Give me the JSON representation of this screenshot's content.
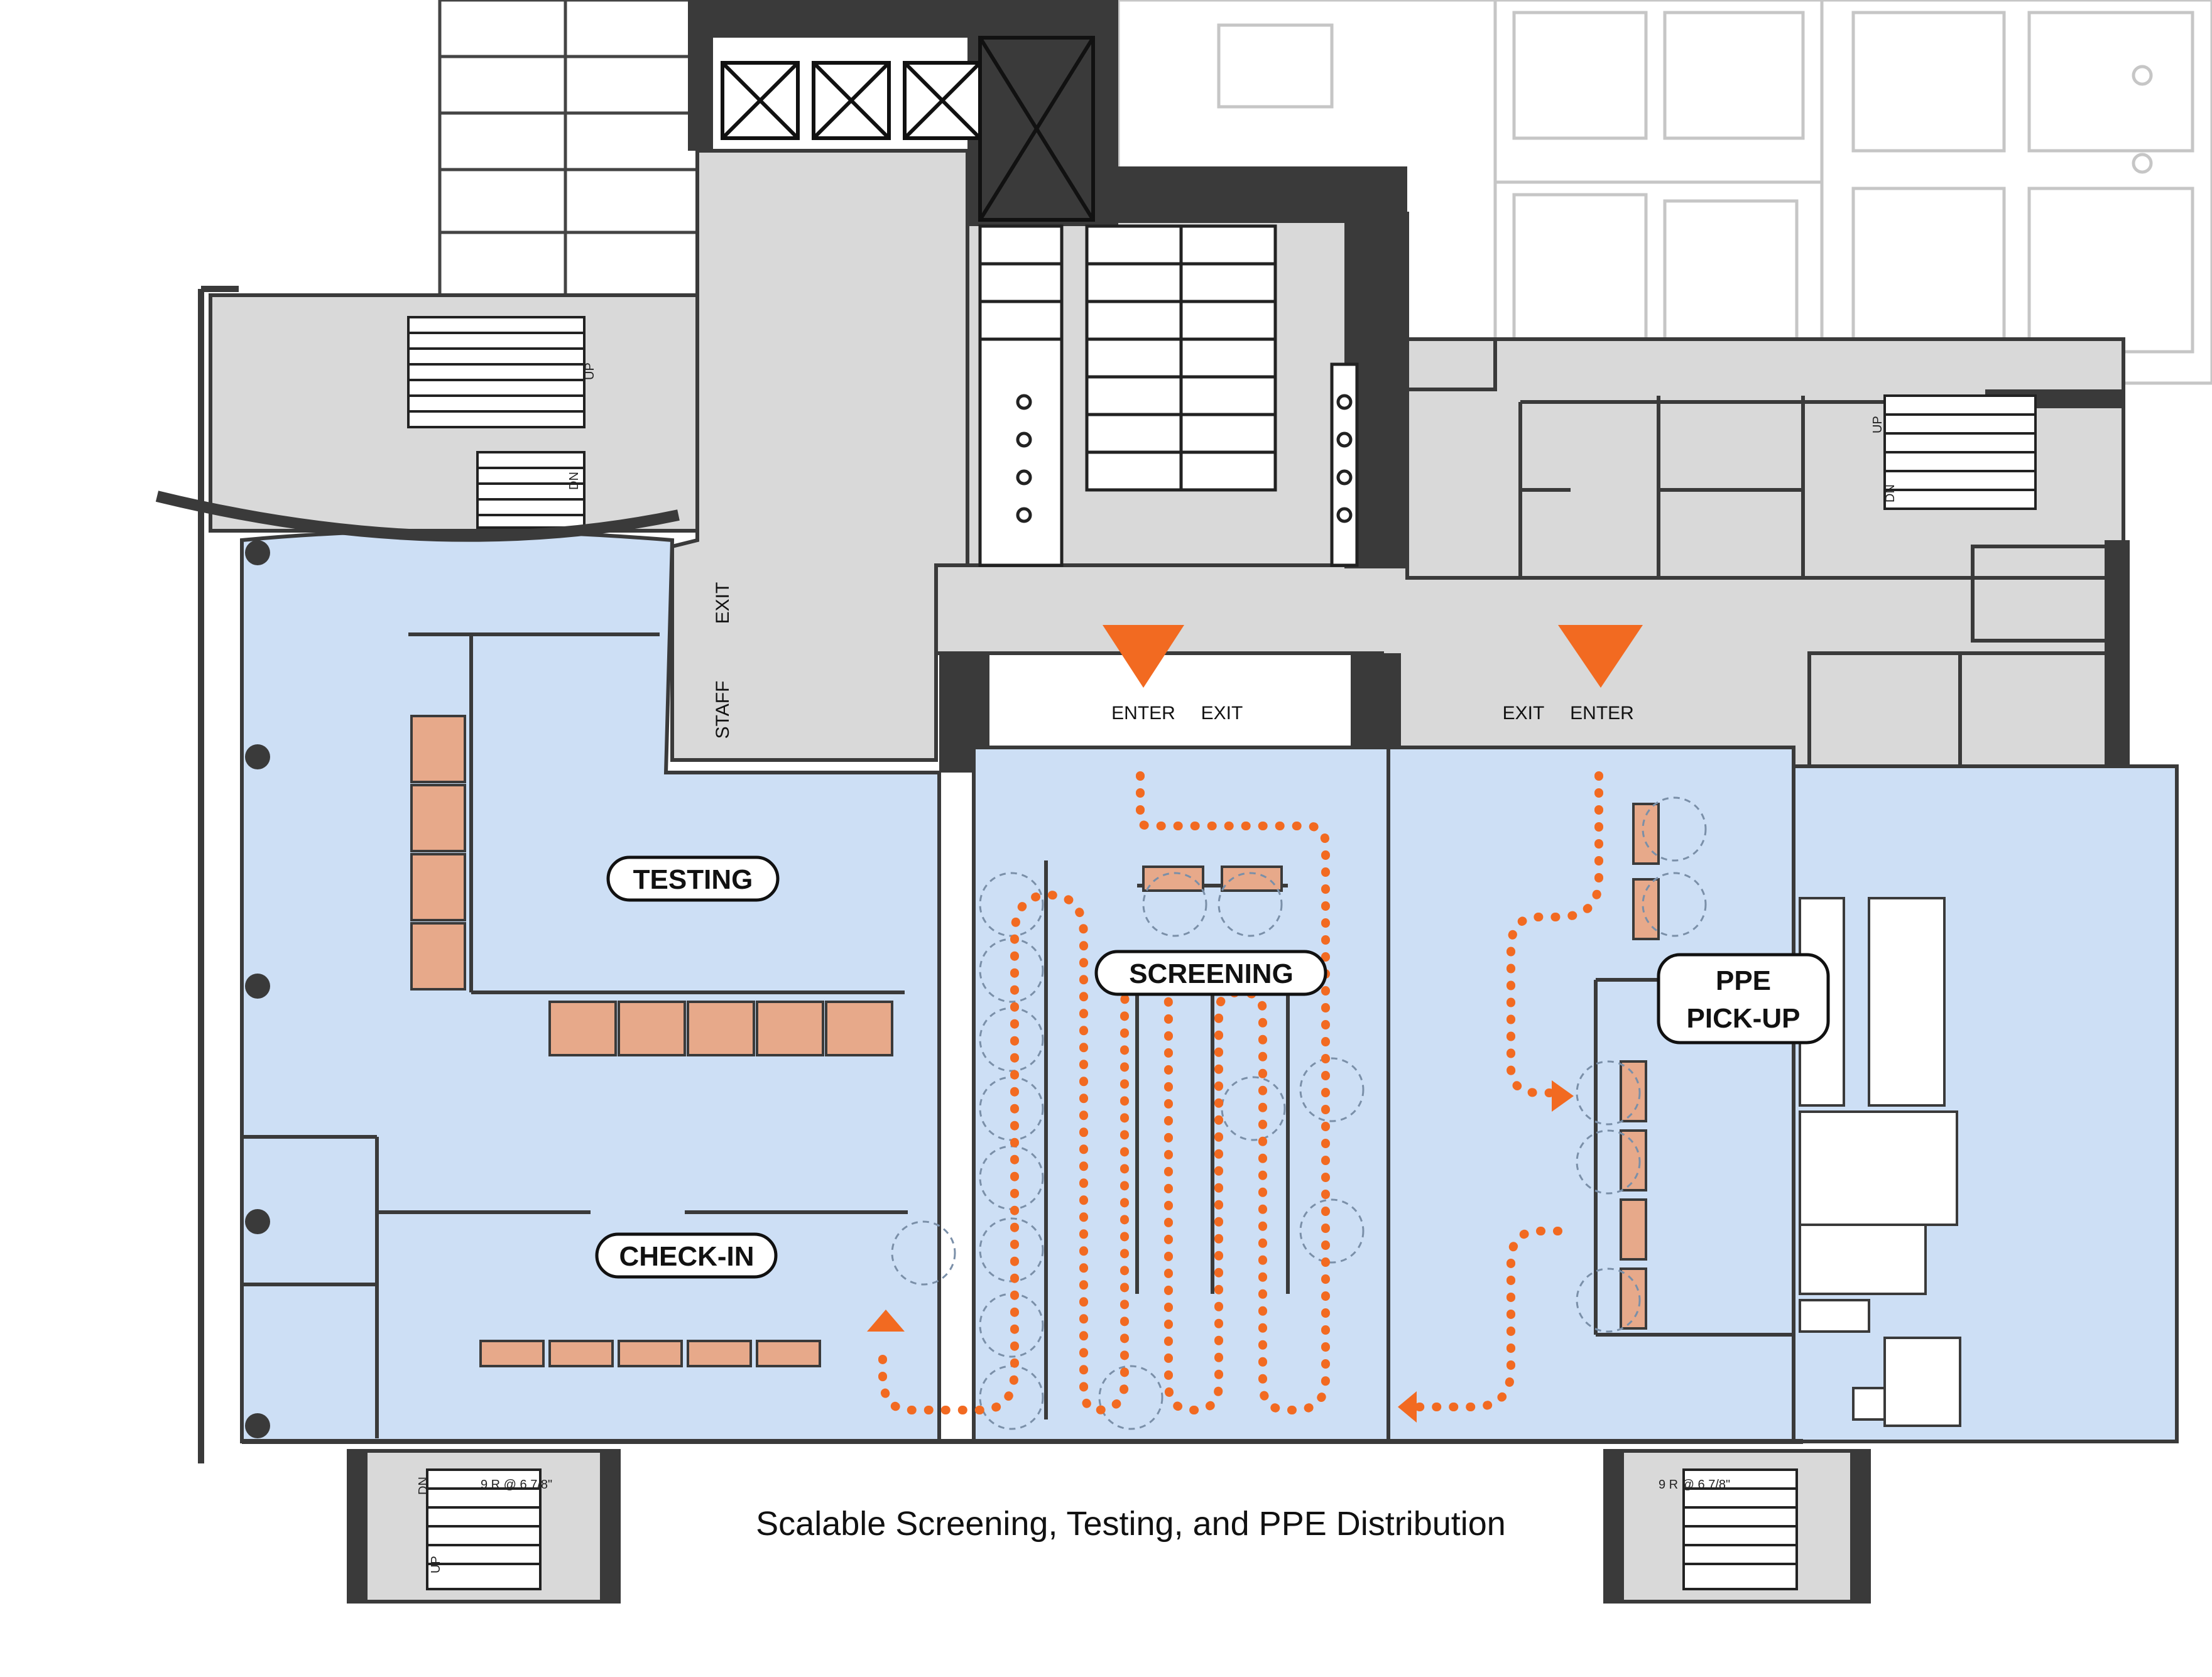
{
  "caption": "Scalable Screening, Testing, and PPE Distribution",
  "zones": {
    "testing": "TESTING",
    "screening": "SCREENING",
    "check_in": "CHECK-IN",
    "ppe_line1": "PPE",
    "ppe_line2": "PICK-UP"
  },
  "doors": {
    "enter_left": "ENTER",
    "exit_left": "EXIT",
    "exit_right": "EXIT",
    "enter_right": "ENTER",
    "staff": "STAFF",
    "exit_vertical": "EXIT"
  },
  "stairs": {
    "up": "UP",
    "dn": "DN",
    "riser_note": "9 R @ 6 7/8\""
  },
  "colors": {
    "zone_fill": "#cddff5",
    "core_fill": "#d9d9d9",
    "wall": "#3a3a3a",
    "station": "#e7a98a",
    "route": "#f26a21",
    "context_lines": "#bdbdbd"
  }
}
